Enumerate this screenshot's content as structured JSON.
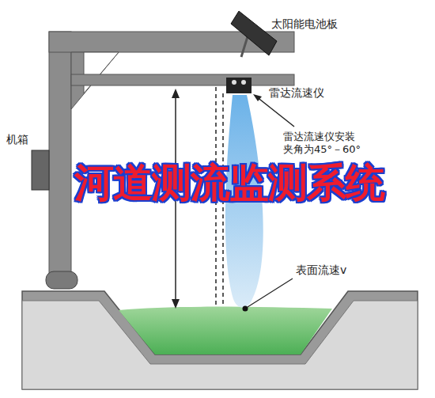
{
  "diagram": {
    "title": "河道测流监测系统",
    "labels": [
      "太阳能电池板",
      "雷达流速仪",
      "雷达流速仪安装 夹角为45°－60°",
      "机箱",
      "表面流速v"
    ]
  }
}
